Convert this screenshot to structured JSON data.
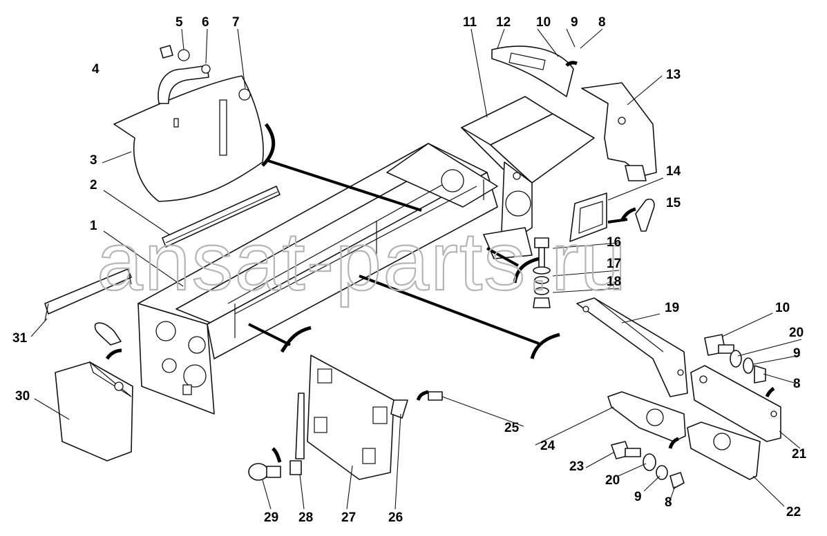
{
  "watermark": "ansat-parts.ru",
  "callouts": [
    {
      "id": "c1",
      "label": "1"
    },
    {
      "id": "c2",
      "label": "2"
    },
    {
      "id": "c3",
      "label": "3"
    },
    {
      "id": "c4",
      "label": "4"
    },
    {
      "id": "c5",
      "label": "5"
    },
    {
      "id": "c6",
      "label": "6"
    },
    {
      "id": "c7",
      "label": "7"
    },
    {
      "id": "c8a",
      "label": "8"
    },
    {
      "id": "c9a",
      "label": "9"
    },
    {
      "id": "c10a",
      "label": "10"
    },
    {
      "id": "c11",
      "label": "11"
    },
    {
      "id": "c12",
      "label": "12"
    },
    {
      "id": "c13",
      "label": "13"
    },
    {
      "id": "c14",
      "label": "14"
    },
    {
      "id": "c15",
      "label": "15"
    },
    {
      "id": "c16",
      "label": "16"
    },
    {
      "id": "c17",
      "label": "17"
    },
    {
      "id": "c18",
      "label": "18"
    },
    {
      "id": "c19",
      "label": "19"
    },
    {
      "id": "c10b",
      "label": "10"
    },
    {
      "id": "c20a",
      "label": "20"
    },
    {
      "id": "c9b",
      "label": "9"
    },
    {
      "id": "c8b",
      "label": "8"
    },
    {
      "id": "c21",
      "label": "21"
    },
    {
      "id": "c22",
      "label": "22"
    },
    {
      "id": "c8c",
      "label": "8"
    },
    {
      "id": "c9c",
      "label": "9"
    },
    {
      "id": "c20b",
      "label": "20"
    },
    {
      "id": "c23",
      "label": "23"
    },
    {
      "id": "c24",
      "label": "24"
    },
    {
      "id": "c25",
      "label": "25"
    },
    {
      "id": "c26",
      "label": "26"
    },
    {
      "id": "c27",
      "label": "27"
    },
    {
      "id": "c28",
      "label": "28"
    },
    {
      "id": "c29",
      "label": "29"
    },
    {
      "id": "c30",
      "label": "30"
    },
    {
      "id": "c31",
      "label": "31"
    }
  ]
}
